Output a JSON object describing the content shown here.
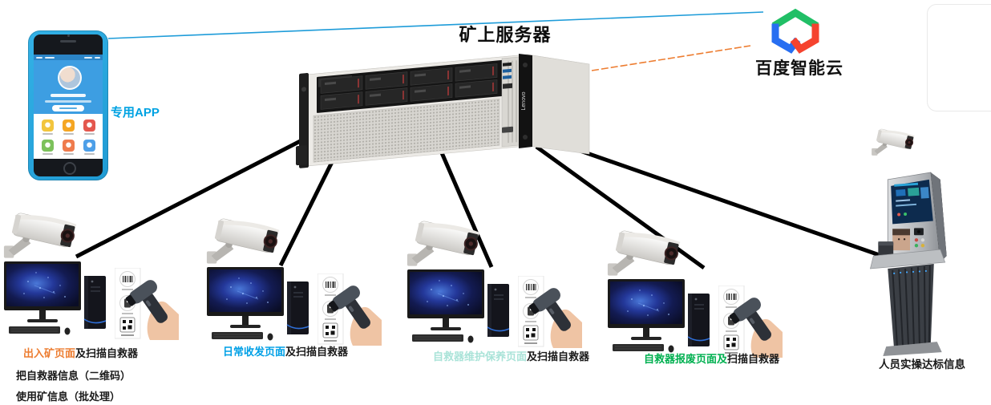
{
  "server": {
    "title": "矿上服务器",
    "brand": "Lenovo"
  },
  "cloud": {
    "name": "百度智能云"
  },
  "phone": {
    "label": "专用APP",
    "label_color": "#00A2E2"
  },
  "stations": [
    {
      "page": "出入矿页面",
      "rest": "及扫描自救器",
      "page_color": "#ED7D31",
      "notes": [
        "把自救器信息（二维码）",
        "使用矿信息（批处理）"
      ]
    },
    {
      "page": "日常收发页面",
      "rest": "及扫描自救器",
      "page_color": "#00A0E6",
      "notes": []
    },
    {
      "page": "自救器维护保养页面",
      "rest": "及扫描自救器",
      "page_color": "#A9E3D8",
      "notes": []
    },
    {
      "page": "自救器报废页面及",
      "rest": "扫描自救器",
      "page_color": "#00B050",
      "notes": []
    }
  ],
  "kiosk": {
    "label": "人员实操达标信息"
  },
  "colors": {
    "connector": "#000000",
    "app_link": "#1E9CD9",
    "cloud_link": "#ED7D31"
  }
}
